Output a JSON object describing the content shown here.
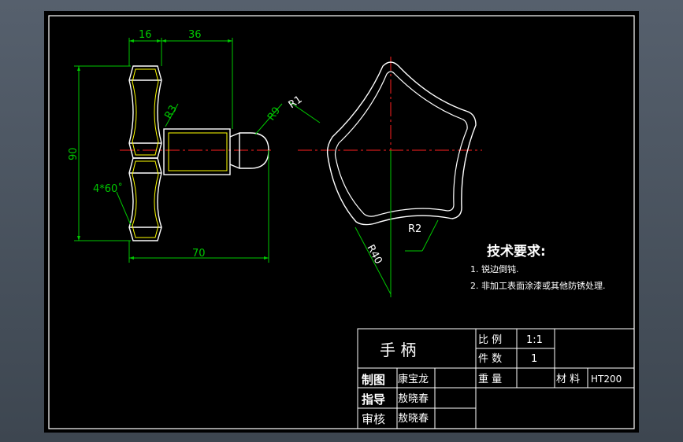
{
  "colors": {
    "background": "#000000",
    "frame": "#ffffff",
    "outline": "#ffffff",
    "part": "#ffff00",
    "dimension": "#00c800",
    "centerline": "#ff2020",
    "section_line": "#ff2020",
    "window_bg": "#4a5360"
  },
  "dimensions": {
    "d16": "16",
    "d36": "36",
    "d90": "90",
    "d70": "70",
    "r3": "R3",
    "r9": "R9",
    "chamfer": "4*60˚",
    "r1": "R1",
    "r2": "R2",
    "r40": "R40"
  },
  "notes": {
    "title": "技术要求:",
    "items": [
      "1. 锐边倒钝.",
      "2. 非加工表面涂漆或其他防锈处理."
    ]
  },
  "title_block": {
    "part_name": "手      柄",
    "scale_label": "比  例",
    "scale_value": "1:1",
    "qty_label": "件  数",
    "qty_value": "1",
    "weight_label": "重  量",
    "material_label": "材  料",
    "material_value": "HT200",
    "drawn_label": "制图",
    "drawn_name": "康宝龙",
    "guide_label": "指导",
    "guide_name": "敖晓春",
    "review_label": "审核",
    "review_name": "敖晓春"
  }
}
